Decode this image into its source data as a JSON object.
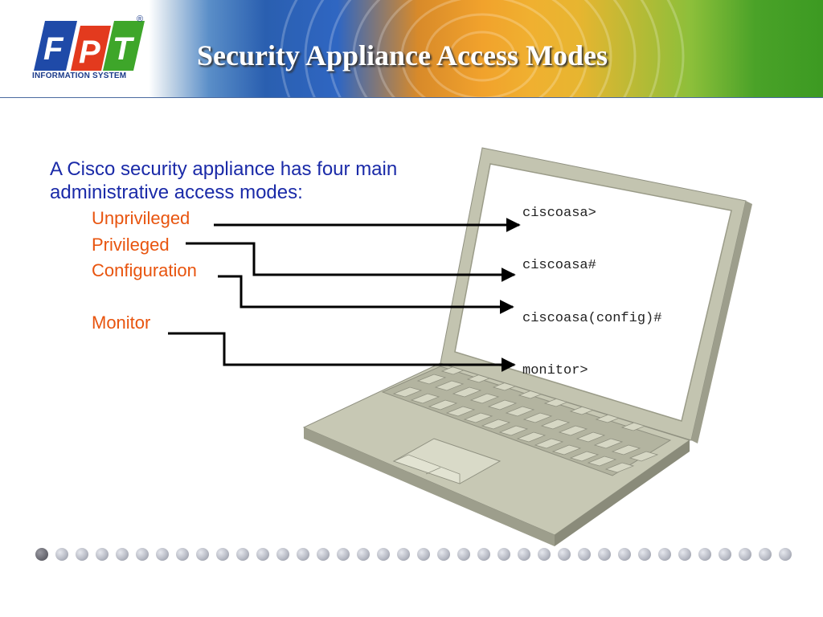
{
  "slide": {
    "title": "Security Appliance Access Modes",
    "logo": {
      "mark": "FPT",
      "tagline": "INFORMATION SYSTEM",
      "registered": "®"
    },
    "intro": "A Cisco security appliance has four main administrative access modes:",
    "modes": [
      {
        "label": "Unprivileged",
        "prompt": "ciscoasa>"
      },
      {
        "label": "Privileged",
        "prompt": "ciscoasa#"
      },
      {
        "label": "Configuration",
        "prompt": "ciscoasa(config)#"
      },
      {
        "label": "Monitor",
        "prompt": "monitor>"
      }
    ],
    "colors": {
      "intro_text": "#1a2aa8",
      "mode_text": "#e8540e",
      "title_text": "#ffffff"
    }
  }
}
